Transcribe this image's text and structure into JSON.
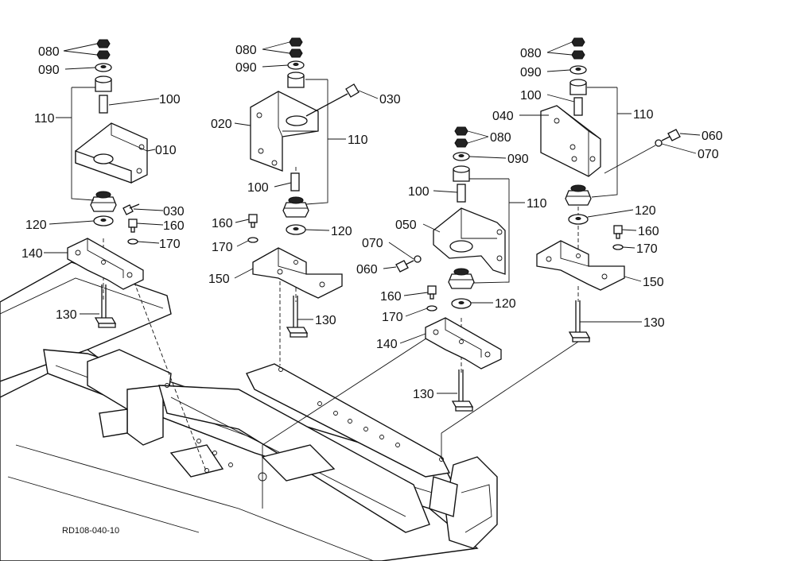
{
  "drawing": {
    "reference": "RD108-040-10",
    "callouts": {
      "c080": "080",
      "c090": "090",
      "c100": "100",
      "c110": "110",
      "c120": "120",
      "c130": "130",
      "c140": "140",
      "c150": "150",
      "c160": "160",
      "c170": "170",
      "c010": "010",
      "c020": "020",
      "c030": "030",
      "c040": "040",
      "c050": "050",
      "c060": "060",
      "c070": "070"
    }
  }
}
